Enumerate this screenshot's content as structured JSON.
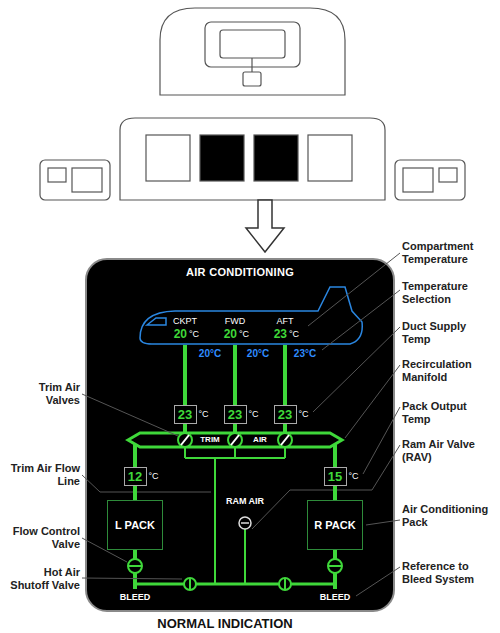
{
  "diagram": {
    "caption": "NORMAL INDICATION",
    "nodes": [
      {
        "text": [
          "AIR CONDITIONING"
        ]
      },
      {
        "text": [
          "23",
          "°C"
        ],
        "in": 0
      },
      {
        "text": [
          "23",
          "°C"
        ],
        "in": 0
      },
      {
        "text": [
          "23",
          "°C"
        ],
        "in": 0
      },
      {
        "text": [
          "12",
          "°C"
        ],
        "in": 0
      },
      {
        "text": [
          "15",
          "°C"
        ],
        "in": 0
      },
      {
        "text": [
          "L PACK"
        ],
        "in": 0
      },
      {
        "text": [
          "RAM AIR"
        ],
        "in": 0
      },
      {
        "text": [
          "R PACK"
        ],
        "in": 0
      }
    ],
    "edges": [
      {
        "from": 6,
        "to": 4,
        "arrow": "none"
      },
      {
        "from": 8,
        "to": 5,
        "arrow": "none"
      }
    ],
    "labels": [
      "CKPT",
      "FWD",
      "AFT",
      "20",
      "°C",
      "20",
      "°C",
      "23",
      "°C",
      "20°C",
      "20°C",
      "23°C",
      "TRIM",
      "AIR",
      "BLEED",
      "BLEED",
      "Compartment Temperature",
      "Temperature Selection",
      "Duct Supply Temp",
      "Recirculation Manifold",
      "Pack Output Temp",
      "Ram Air Valve (RAV)",
      "Air Conditioning Pack",
      "Reference to Bleed System",
      "Trim Air Valves",
      "Trim Air Flow Line",
      "Flow Control Valve",
      "Hot Air Shutoff Valve"
    ]
  }
}
